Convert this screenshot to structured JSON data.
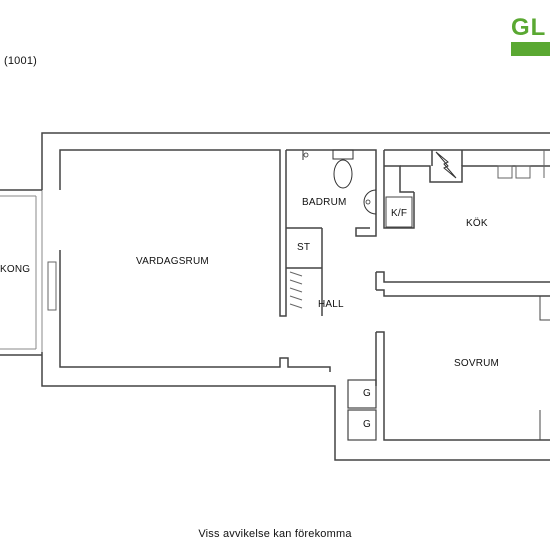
{
  "header": {
    "apartment_code": "(1001)",
    "logo_text": "GL",
    "brand_color": "#5aa832"
  },
  "rooms": {
    "balcony": "KONG",
    "living_room": "VARDAGSRUM",
    "bathroom": "BADRUM",
    "storage": "ST",
    "hall": "HALL",
    "kf": "K/F",
    "kitchen": "KÖK",
    "bedroom": "SOVRUM",
    "wardrobe_1": "G",
    "wardrobe_2": "G"
  },
  "footer": {
    "disclaimer": "Viss avvikelse kan förekomma"
  }
}
